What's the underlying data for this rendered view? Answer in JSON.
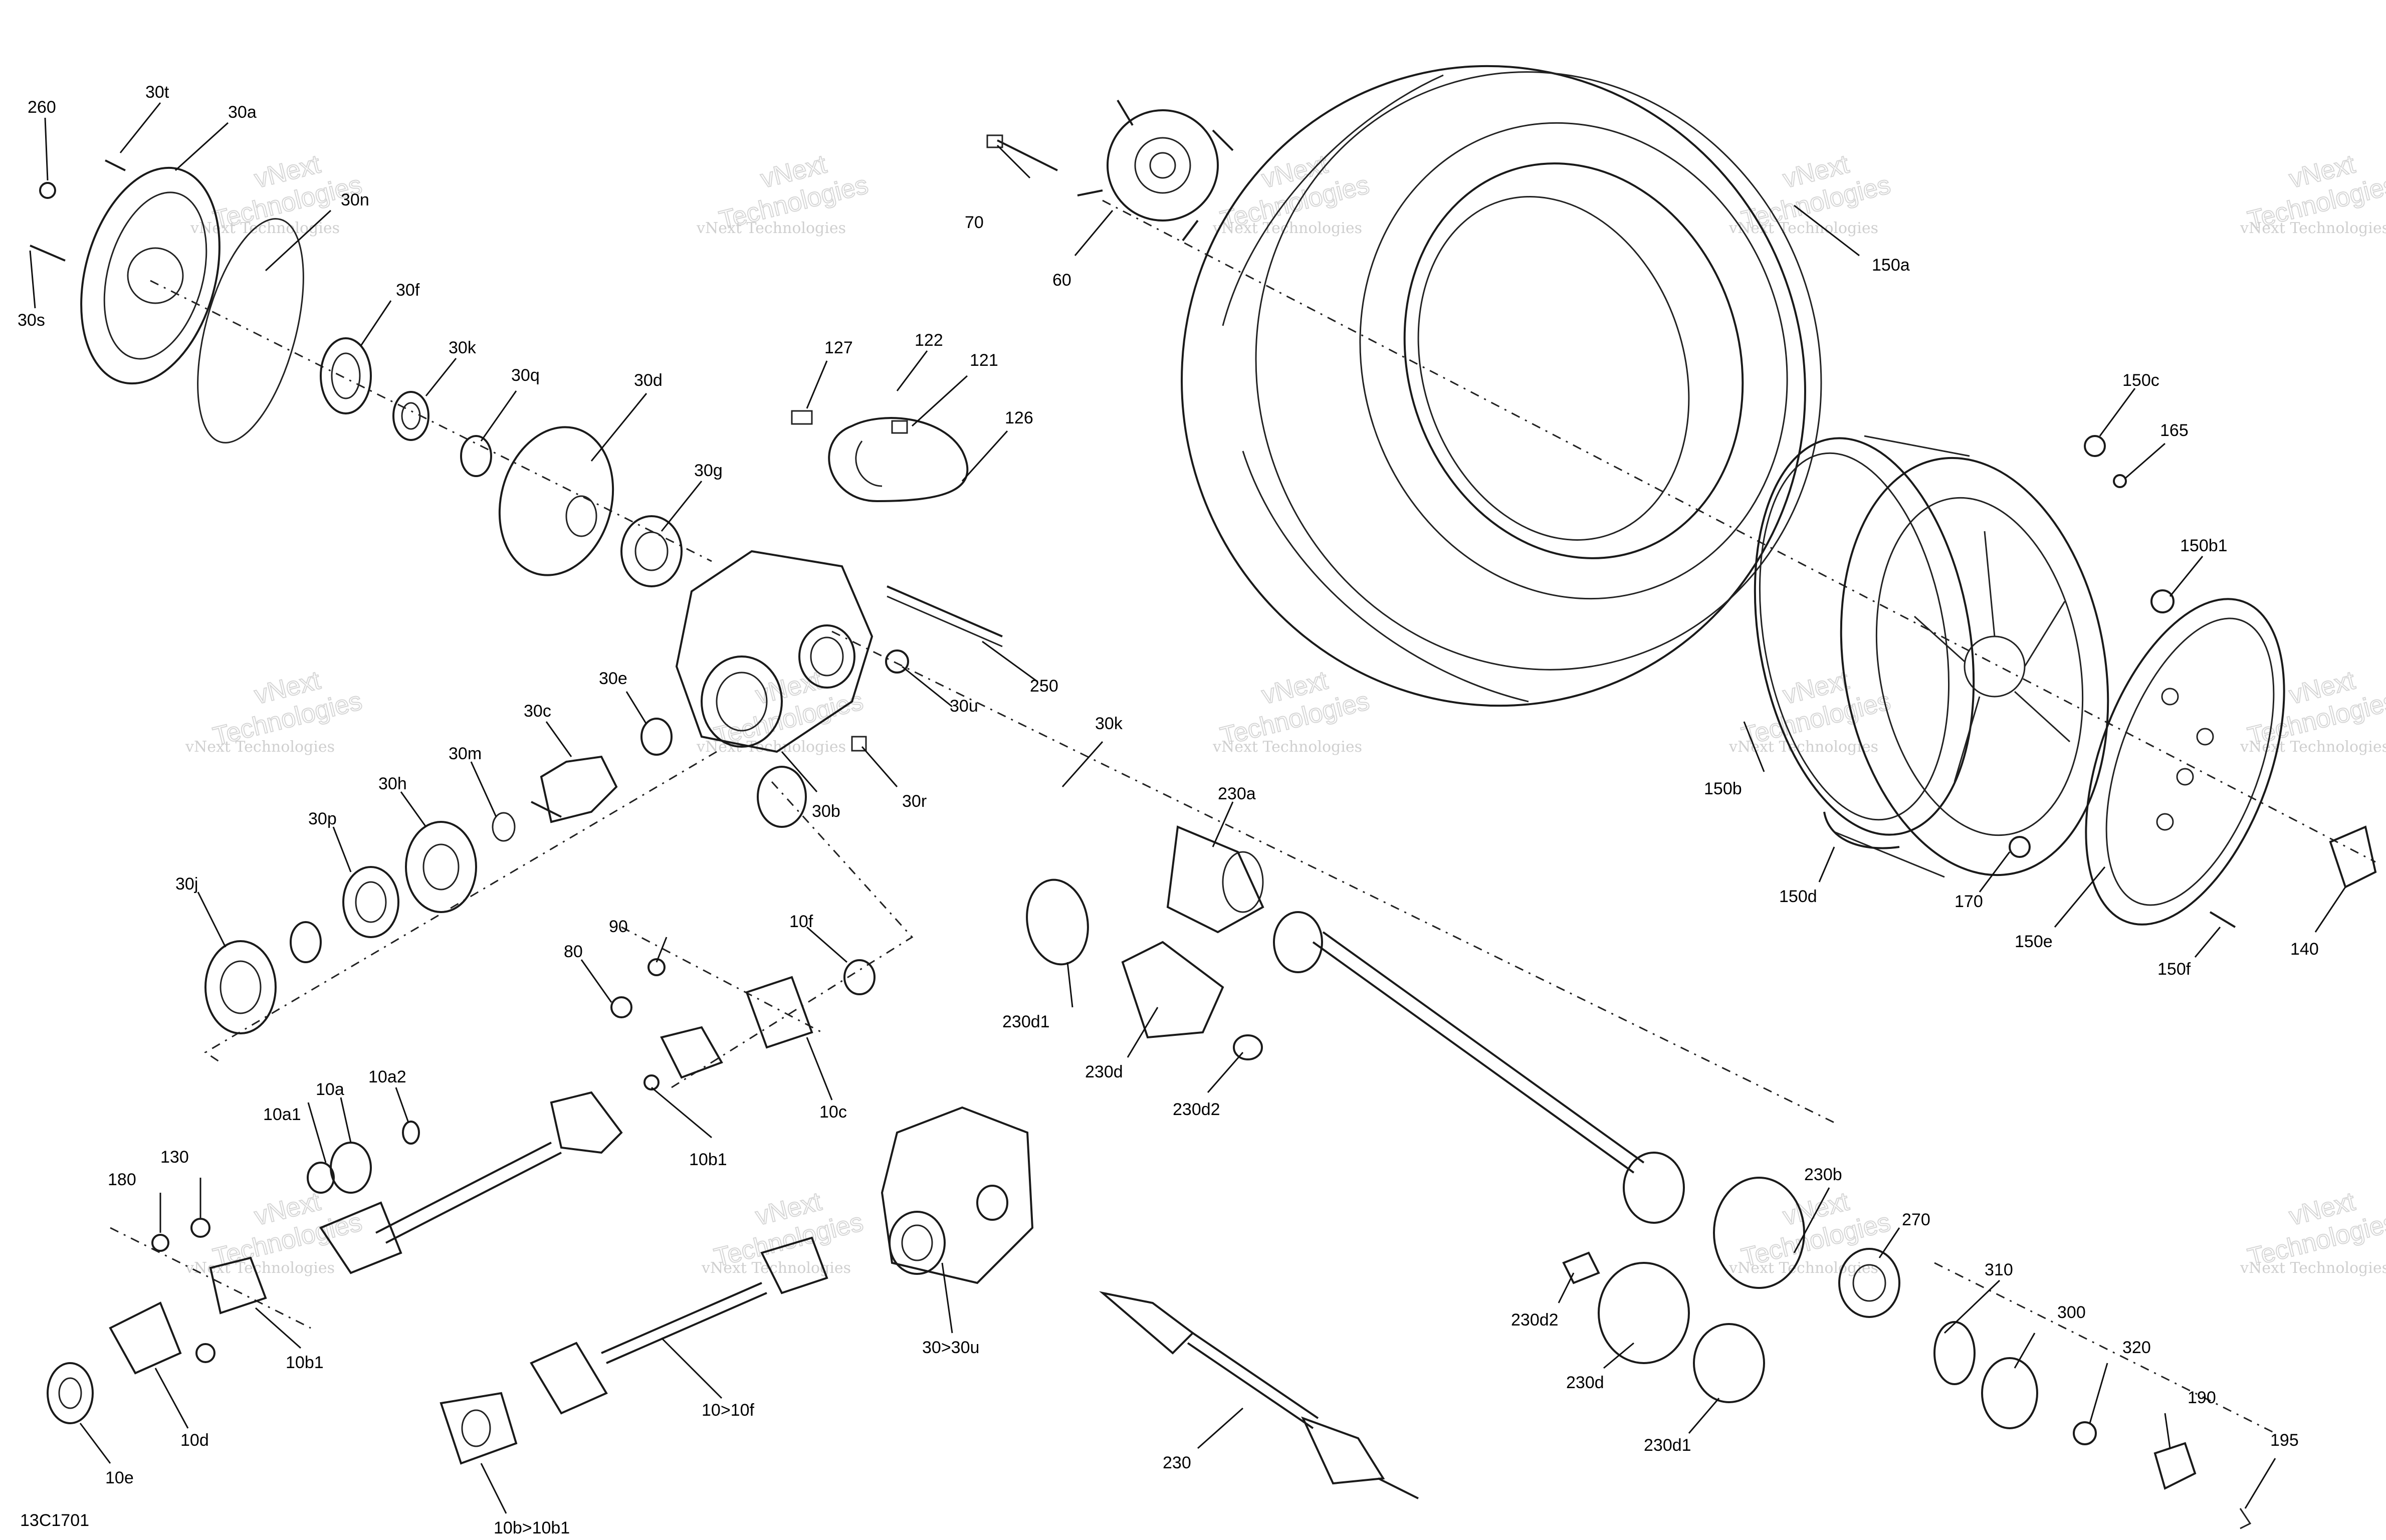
{
  "diagram": {
    "figure_code": "13C1701",
    "watermark": {
      "line_small": "vNext Technologies",
      "line_big": "Technologies",
      "line_top": "vNext"
    },
    "labels": {
      "260": "260",
      "30t": "30t",
      "30a": "30a",
      "30n": "30n",
      "30s": "30s",
      "30f": "30f",
      "30k_top": "30k",
      "30q": "30q",
      "30d": "30d",
      "30g": "30g",
      "70": "70",
      "60": "60",
      "150a": "150a",
      "127": "127",
      "122": "122",
      "121": "121",
      "126": "126",
      "150c": "150c",
      "165": "165",
      "150b1": "150b1",
      "250": "250",
      "30u": "30u",
      "30e": "30e",
      "30c": "30c",
      "30m": "30m",
      "30h": "30h",
      "30p": "30p",
      "30j": "30j",
      "30r": "30r",
      "30b": "30b",
      "30k_mid": "30k",
      "230a": "230a",
      "150b": "150b",
      "150d": "150d",
      "170": "170",
      "150e": "150e",
      "150f": "150f",
      "140": "140",
      "80": "80",
      "90": "90",
      "10f": "10f",
      "10c": "10c",
      "10b1_mid": "10b1",
      "230d1_left": "230d1",
      "230d_left": "230d",
      "230d2_left": "230d2",
      "10a1": "10a1",
      "10a": "10a",
      "10a2": "10a2",
      "130": "130",
      "180": "180",
      "10b1_left": "10b1",
      "10d": "10d",
      "10e": "10e",
      "30>30u": "30>30u",
      "10>10f": "10>10f",
      "10b>10b1": "10b>10b1",
      "230": "230",
      "230b": "230b",
      "270": "270",
      "310": "310",
      "300": "300",
      "320": "320",
      "190": "190",
      "195": "195",
      "230d2_right": "230d2",
      "230d_right": "230d",
      "230d1_right": "230d1"
    }
  }
}
